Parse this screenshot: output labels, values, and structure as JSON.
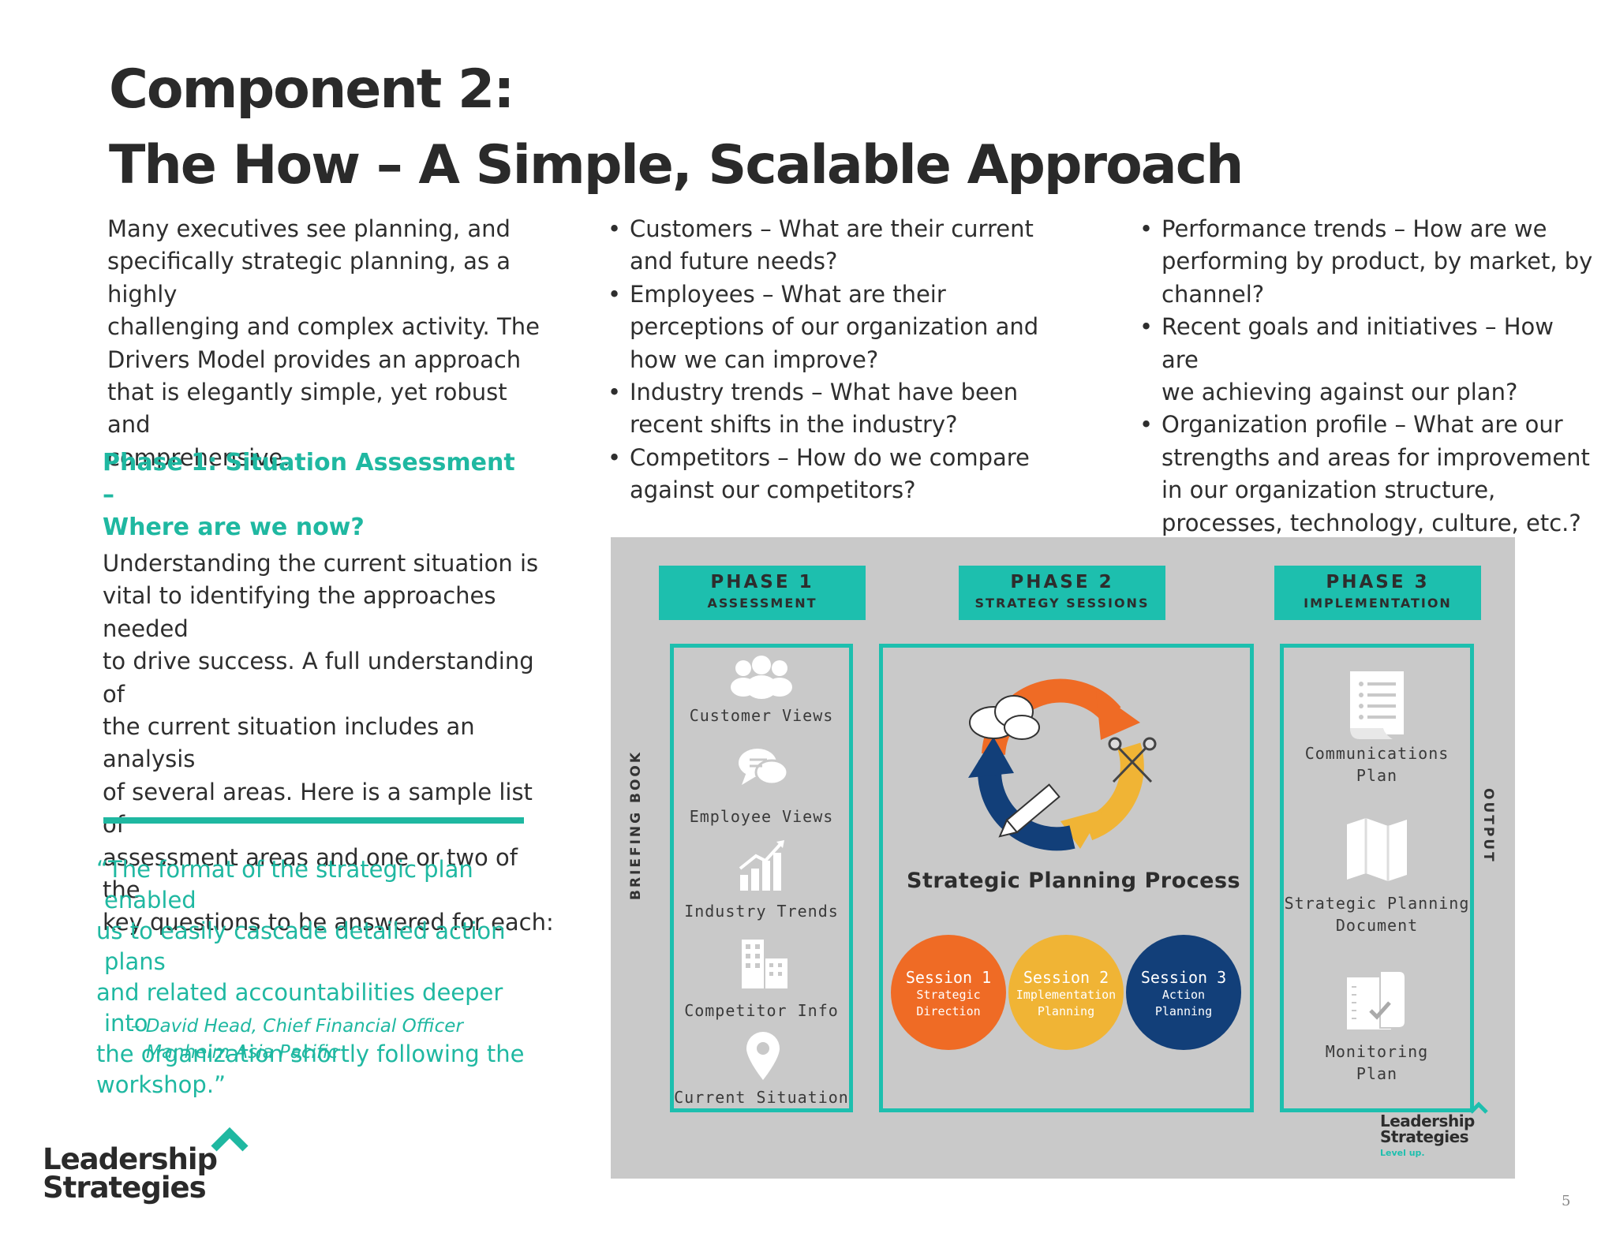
{
  "header": {
    "title_line1": "Component 2:",
    "title_line2": "The How – A Simple, Scalable Approach"
  },
  "intro": {
    "lines": [
      "Many executives see planning, and",
      "specifically strategic planning, as a highly",
      "challenging and complex activity. The",
      "Drivers Model provides an approach",
      "that is elegantly simple, yet robust and",
      "comprehensive."
    ]
  },
  "bullets_col2": [
    {
      "line1": "Customers – What are their current",
      "line2": "and future needs?"
    },
    {
      "line1": "Employees – What are their",
      "line2": "perceptions of our organization and",
      "line3": "how we can improve?"
    },
    {
      "line1": "Industry trends – What have been",
      "line2": "recent shifts in the industry?"
    },
    {
      "line1": "Competitors – How do we compare",
      "line2": "against our competitors?"
    }
  ],
  "bullets_col3": [
    {
      "line1": "Performance trends – How are we",
      "line2": "performing by product, by market, by",
      "line3": "channel?"
    },
    {
      "line1": "Recent goals and initiatives – How are",
      "line2": "we achieving against our plan?"
    },
    {
      "line1": "Organization profile – What are our",
      "line2": "strengths and areas for improvement",
      "line3": "in our organization structure,",
      "line4": "processes, technology, culture, etc.?"
    }
  ],
  "phase1": {
    "heading_line1": "Phase 1: Situation Assessment –",
    "heading_line2": "Where are we now?",
    "body_lines": [
      "Understanding the current situation is",
      "vital to identifying the approaches needed",
      "to drive success. A full understanding of",
      "the current situation includes an analysis",
      "of several areas. Here is a sample list of",
      "assessment areas and one or two of the",
      "key questions to be answered for each:"
    ]
  },
  "quote": {
    "lines": [
      "“The format of the strategic plan enabled",
      "us to easily cascade detailed action plans",
      "and related accountabilities deeper into",
      "the organization shortly following the",
      "workshop.”"
    ],
    "attribution_line1": "– David Head, Chief Financial Officer",
    "attribution_line2": "Manheim Asia Pacific"
  },
  "logo": {
    "line1": "Leadership",
    "line2": "Strategies"
  },
  "page_number": "5",
  "diagram": {
    "phases": [
      {
        "title": "PHASE 1",
        "subtitle": "ASSESSMENT"
      },
      {
        "title": "PHASE 2",
        "subtitle": "STRATEGY SESSIONS"
      },
      {
        "title": "PHASE 3",
        "subtitle": "IMPLEMENTATION"
      }
    ],
    "left_side_label": "BRIEFING BOOK",
    "right_side_label": "OUTPUT",
    "assessment_items": [
      "Customer Views",
      "Employee Views",
      "Industry Trends",
      "Competitor Info",
      "Current Situation"
    ],
    "process_title": "Strategic Planning Process",
    "sessions": [
      {
        "name": "Session 1",
        "line1": "Strategic",
        "line2": "Direction",
        "color": "#ef6b25"
      },
      {
        "name": "Session 2",
        "line1": "Implementation",
        "line2": "Planning",
        "color": "#f0b435"
      },
      {
        "name": "Session 3",
        "line1": "Action",
        "line2": "Planning",
        "color": "#123f79"
      }
    ],
    "outputs": [
      {
        "line1": "Communications",
        "line2": "Plan"
      },
      {
        "line1": "Strategic Planning",
        "line2": "Document"
      },
      {
        "line1": "Monitoring",
        "line2": "Plan"
      }
    ],
    "logo_line1": "Leadership",
    "logo_line2": "Strategies",
    "logo_tagline": "Level up.",
    "icons": [
      "people-icon",
      "chat-bubbles-icon",
      "growth-chart-icon",
      "buildings-icon",
      "location-pin-icon",
      "document-list-icon",
      "map-icon",
      "checklist-icon",
      "cloud-icon",
      "tools-icon",
      "pencil-icon"
    ]
  },
  "colors": {
    "accent": "#1fb8a1",
    "teal_box": "#1dbfae",
    "diagram_bg": "#c9c9c9",
    "arrow_orange": "#ef6b25",
    "arrow_yellow": "#f0b435",
    "arrow_navy": "#123f79"
  }
}
